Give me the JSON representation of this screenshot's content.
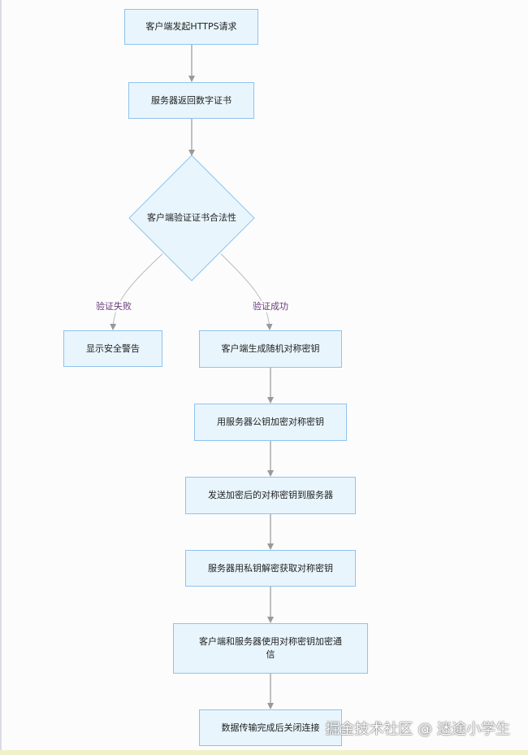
{
  "diagram": {
    "nodes": {
      "n1": "客户端发起HTTPS请求",
      "n2": "服务器返回数字证书",
      "n3": "客户端验证证书合法性",
      "n4": "显示安全警告",
      "n5": "客户端生成随机对称密钥",
      "n6": "用服务器公钥加密对称密钥",
      "n7": "发送加密后的对称密钥到服务器",
      "n8": "服务器用私钥解密获取对称密钥",
      "n9_line1": "客户端和服务器使用对称密钥加密通",
      "n9_line2": "信",
      "n10": "数据传输完成后关闭连接"
    },
    "edge_labels": {
      "fail": "验证失败",
      "success": "验证成功"
    }
  },
  "watermark": "掘金技术社区 @ 迷途小学生",
  "colors": {
    "node_fill": "#e8f5fd",
    "node_border": "#8fc3ee",
    "edge": "#999999",
    "edge_label": "#6a3a7a"
  }
}
